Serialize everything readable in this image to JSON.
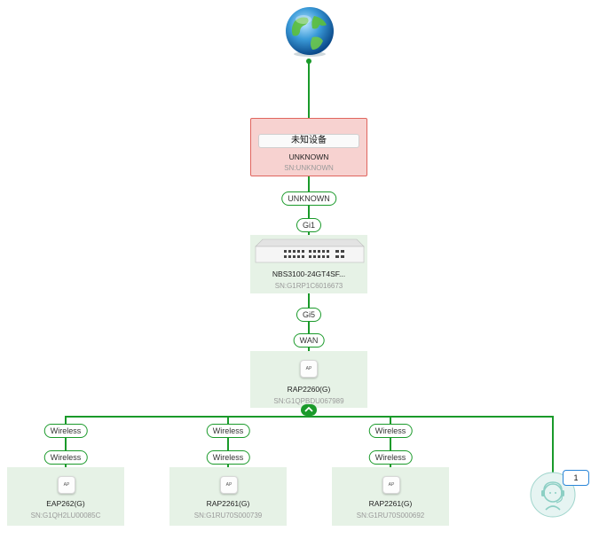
{
  "unknown_device": {
    "name": "未知设备",
    "model": "UNKNOWN",
    "sn": "SN:UNKNOWN"
  },
  "links": {
    "unknown_port": "UNKNOWN",
    "gi1": "Gi1",
    "gi5": "Gi5",
    "wan": "WAN",
    "wireless": "Wireless"
  },
  "switch": {
    "name": "NBS3100-24GT4SF...",
    "sn": "SN:G1RP1C6016673"
  },
  "root_ap": {
    "name": "RAP2260(G)",
    "sn": "SN:G1QPBDU067989",
    "icon_label": "AP"
  },
  "child_aps": [
    {
      "name": "EAP262(G)",
      "sn": "SN:G1QH2LU00085C",
      "icon_label": "AP"
    },
    {
      "name": "RAP2261(G)",
      "sn": "SN:G1RU70S000739",
      "icon_label": "AP"
    },
    {
      "name": "RAP2261(G)",
      "sn": "SN:G1RU70S000692",
      "icon_label": "AP"
    }
  ],
  "client_count": "1",
  "colors": {
    "link": "#1a9a2a",
    "card_bg": "#e6f2e6",
    "unknown_bg": "#f7d2d0",
    "unknown_border": "#e0655e",
    "badge_border": "#2a86d8"
  },
  "icons": {
    "internet": "globe-icon",
    "collapse": "chevron-up-icon",
    "clients": "wireless-client-icon"
  }
}
